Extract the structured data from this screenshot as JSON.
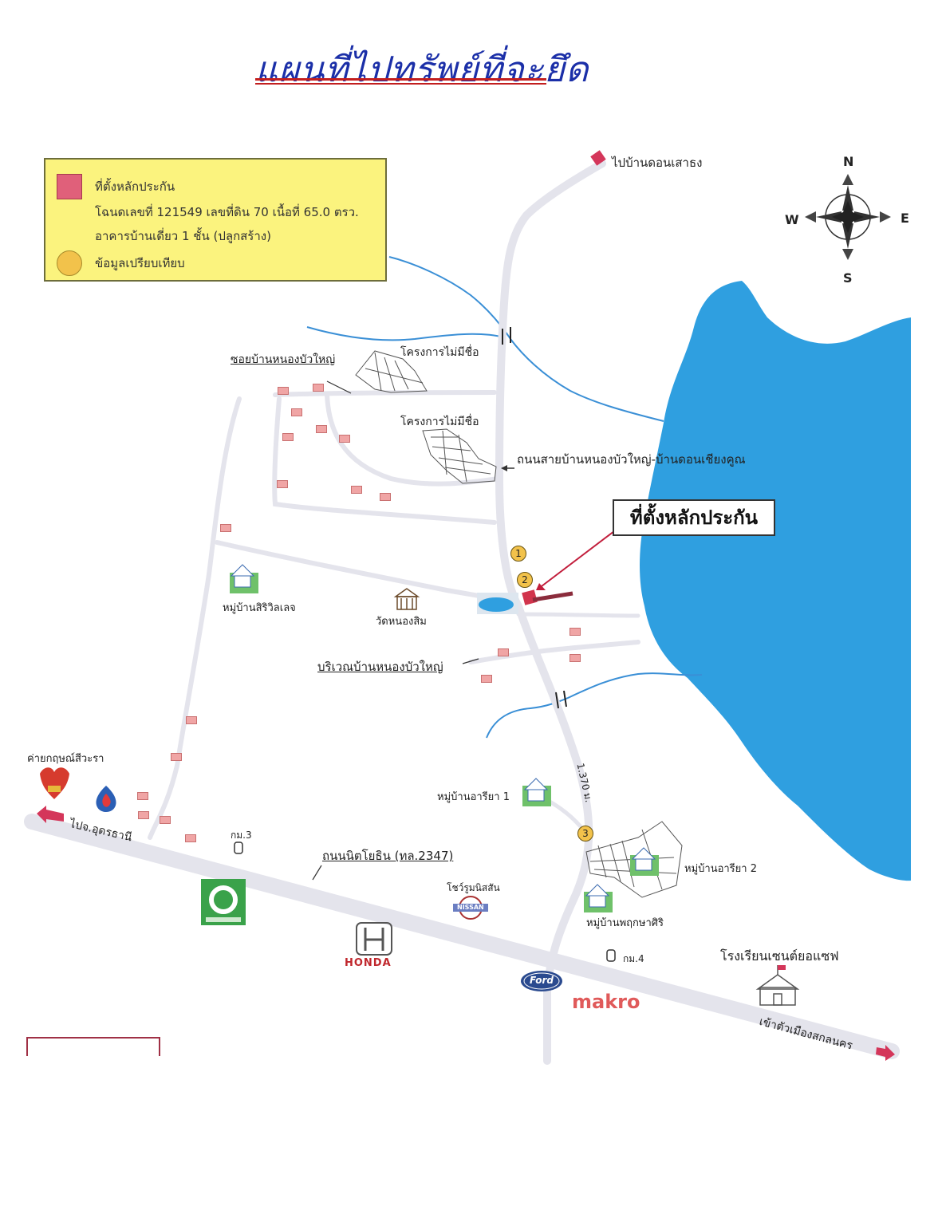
{
  "title": "แผนที่ไปทรัพย์ที่จะยึด",
  "legend": {
    "item1_label": "ที่ตั้งหลักประกัน",
    "item1_detail_1": "โฉนดเลขที่ 121549 เลขที่ดิน 70 เนื้อที่ 65.0 ตรว.",
    "item1_detail_2": "อาคารบ้านเดี่ยว 1 ชั้น (ปลูกสร้าง)",
    "item2_label": "ข้อมูลเปรียบเทียบ",
    "item1_color": "#e0607a",
    "item2_color": "#f2c24b"
  },
  "compass": {
    "north": "N",
    "south": "S",
    "east": "E",
    "west": "W"
  },
  "labels": {
    "to_ban_don_saothong": "ไปบ้านดอนเสาธง",
    "soi_nong_bua_yai": "ซอยบ้านหนองบัวใหญ่",
    "project_unnamed_1": "โครงการไม่มีชื่อ",
    "project_unnamed_2": "โครงการไม่มีชื่อ",
    "road_nong_bua_don_chiang_khun": "ถนนสายบ้านหนองบัวใหญ่-บ้านดอนเชียงคูณ",
    "collateral_location": "ที่ตั้งหลักประกัน",
    "village_siri_villa": "หมู่บ้านสิริวิลเลจ",
    "wat_nong_sim": "วัดหนองสิม",
    "area_nong_bua_yai": "บริเวณบ้านหนองบัวใหญ่",
    "distance": "1.370 ม.",
    "camp_kritsana": "ค่ายกฤษณ์สีวะรา",
    "to_udon_thani": "ไปจ.อุดรธานี",
    "km3": "กม.3",
    "road_nittayo": "ถนนนิตโยธิน (ทล.2347)",
    "village_ariya_1": "หมู่บ้านอารียา 1",
    "showroom_nissan": "โชว์รูมนิสสัน",
    "village_ariya_2": "หมู่บ้านอารียา 2",
    "village_phruksa_siri": "หมู่บ้านพฤกษาศิริ",
    "km4": "กม.4",
    "school_st_joseph": "โรงเรียนเซนต์ยอแซฟ",
    "to_sakon_nakhon": "เข้าตัวเมืองสกลนคร"
  },
  "markers": {
    "m1": "1",
    "m2": "2",
    "m3": "3"
  },
  "brands": {
    "honda": "HONDA",
    "makro": "makro",
    "nissan": "NISSAN",
    "ford": "Ford"
  },
  "colors": {
    "water": "#2f9fe0",
    "road": "#e4e4ec",
    "river": "#3a8fd6",
    "collateral": "#d1344c",
    "arrow_red": "#d4365a"
  }
}
